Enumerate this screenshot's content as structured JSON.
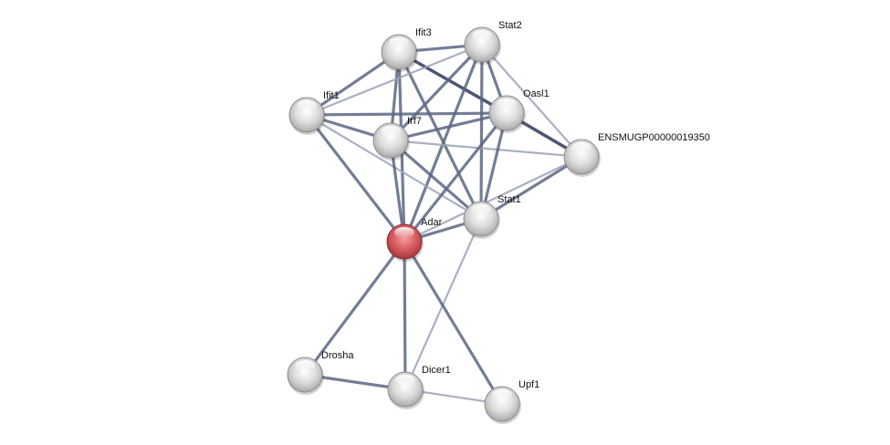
{
  "diagram": {
    "type": "protein-interaction-network",
    "query_node": "Adar",
    "colors": {
      "query_node": "#d9555a",
      "node": "#d8d8d8",
      "edge_dark": "#2d3a5c",
      "edge_medium": "#5a6684",
      "edge_light": "#9aa2b8"
    },
    "nodes": [
      {
        "id": "Ifit3",
        "label": "Ifit3"
      },
      {
        "id": "Stat2",
        "label": "Stat2"
      },
      {
        "id": "Ifit1",
        "label": "Ifit1"
      },
      {
        "id": "Irf7",
        "label": "Irf7"
      },
      {
        "id": "Oasl1",
        "label": "Oasl1"
      },
      {
        "id": "ENSMUGP00000019350",
        "label": "ENSMUGP00000019350"
      },
      {
        "id": "Stat1",
        "label": "Stat1"
      },
      {
        "id": "Adar",
        "label": "Adar"
      },
      {
        "id": "Drosha",
        "label": "Drosha"
      },
      {
        "id": "Dicer1",
        "label": "Dicer1"
      },
      {
        "id": "Upf1",
        "label": "Upf1"
      }
    ],
    "edges": [
      {
        "source": "Ifit3",
        "target": "Stat2",
        "strength": "medium"
      },
      {
        "source": "Ifit3",
        "target": "Ifit1",
        "strength": "medium"
      },
      {
        "source": "Ifit3",
        "target": "Irf7",
        "strength": "medium"
      },
      {
        "source": "Ifit3",
        "target": "Oasl1",
        "strength": "dark"
      },
      {
        "source": "Ifit3",
        "target": "Stat1",
        "strength": "medium"
      },
      {
        "source": "Ifit3",
        "target": "Adar",
        "strength": "medium"
      },
      {
        "source": "Stat2",
        "target": "Ifit1",
        "strength": "light"
      },
      {
        "source": "Stat2",
        "target": "Irf7",
        "strength": "medium"
      },
      {
        "source": "Stat2",
        "target": "Oasl1",
        "strength": "medium"
      },
      {
        "source": "Stat2",
        "target": "Stat1",
        "strength": "medium"
      },
      {
        "source": "Stat2",
        "target": "Adar",
        "strength": "medium"
      },
      {
        "source": "Stat2",
        "target": "ENSMUGP00000019350",
        "strength": "light"
      },
      {
        "source": "Ifit1",
        "target": "Oasl1",
        "strength": "medium"
      },
      {
        "source": "Ifit1",
        "target": "Irf7",
        "strength": "medium"
      },
      {
        "source": "Ifit1",
        "target": "Stat1",
        "strength": "light"
      },
      {
        "source": "Ifit1",
        "target": "Adar",
        "strength": "medium"
      },
      {
        "source": "Irf7",
        "target": "Oasl1",
        "strength": "medium"
      },
      {
        "source": "Irf7",
        "target": "ENSMUGP00000019350",
        "strength": "light"
      },
      {
        "source": "Irf7",
        "target": "Stat1",
        "strength": "medium"
      },
      {
        "source": "Irf7",
        "target": "Adar",
        "strength": "medium"
      },
      {
        "source": "Oasl1",
        "target": "ENSMUGP00000019350",
        "strength": "dark"
      },
      {
        "source": "Oasl1",
        "target": "Stat1",
        "strength": "medium"
      },
      {
        "source": "Oasl1",
        "target": "Adar",
        "strength": "medium"
      },
      {
        "source": "ENSMUGP00000019350",
        "target": "Stat1",
        "strength": "medium"
      },
      {
        "source": "ENSMUGP00000019350",
        "target": "Adar",
        "strength": "light"
      },
      {
        "source": "Stat1",
        "target": "Adar",
        "strength": "medium"
      },
      {
        "source": "Stat1",
        "target": "Dicer1",
        "strength": "light"
      },
      {
        "source": "Adar",
        "target": "Drosha",
        "strength": "medium"
      },
      {
        "source": "Adar",
        "target": "Dicer1",
        "strength": "medium"
      },
      {
        "source": "Adar",
        "target": "Upf1",
        "strength": "medium"
      },
      {
        "source": "Drosha",
        "target": "Dicer1",
        "strength": "medium"
      },
      {
        "source": "Dicer1",
        "target": "Upf1",
        "strength": "light"
      }
    ]
  }
}
